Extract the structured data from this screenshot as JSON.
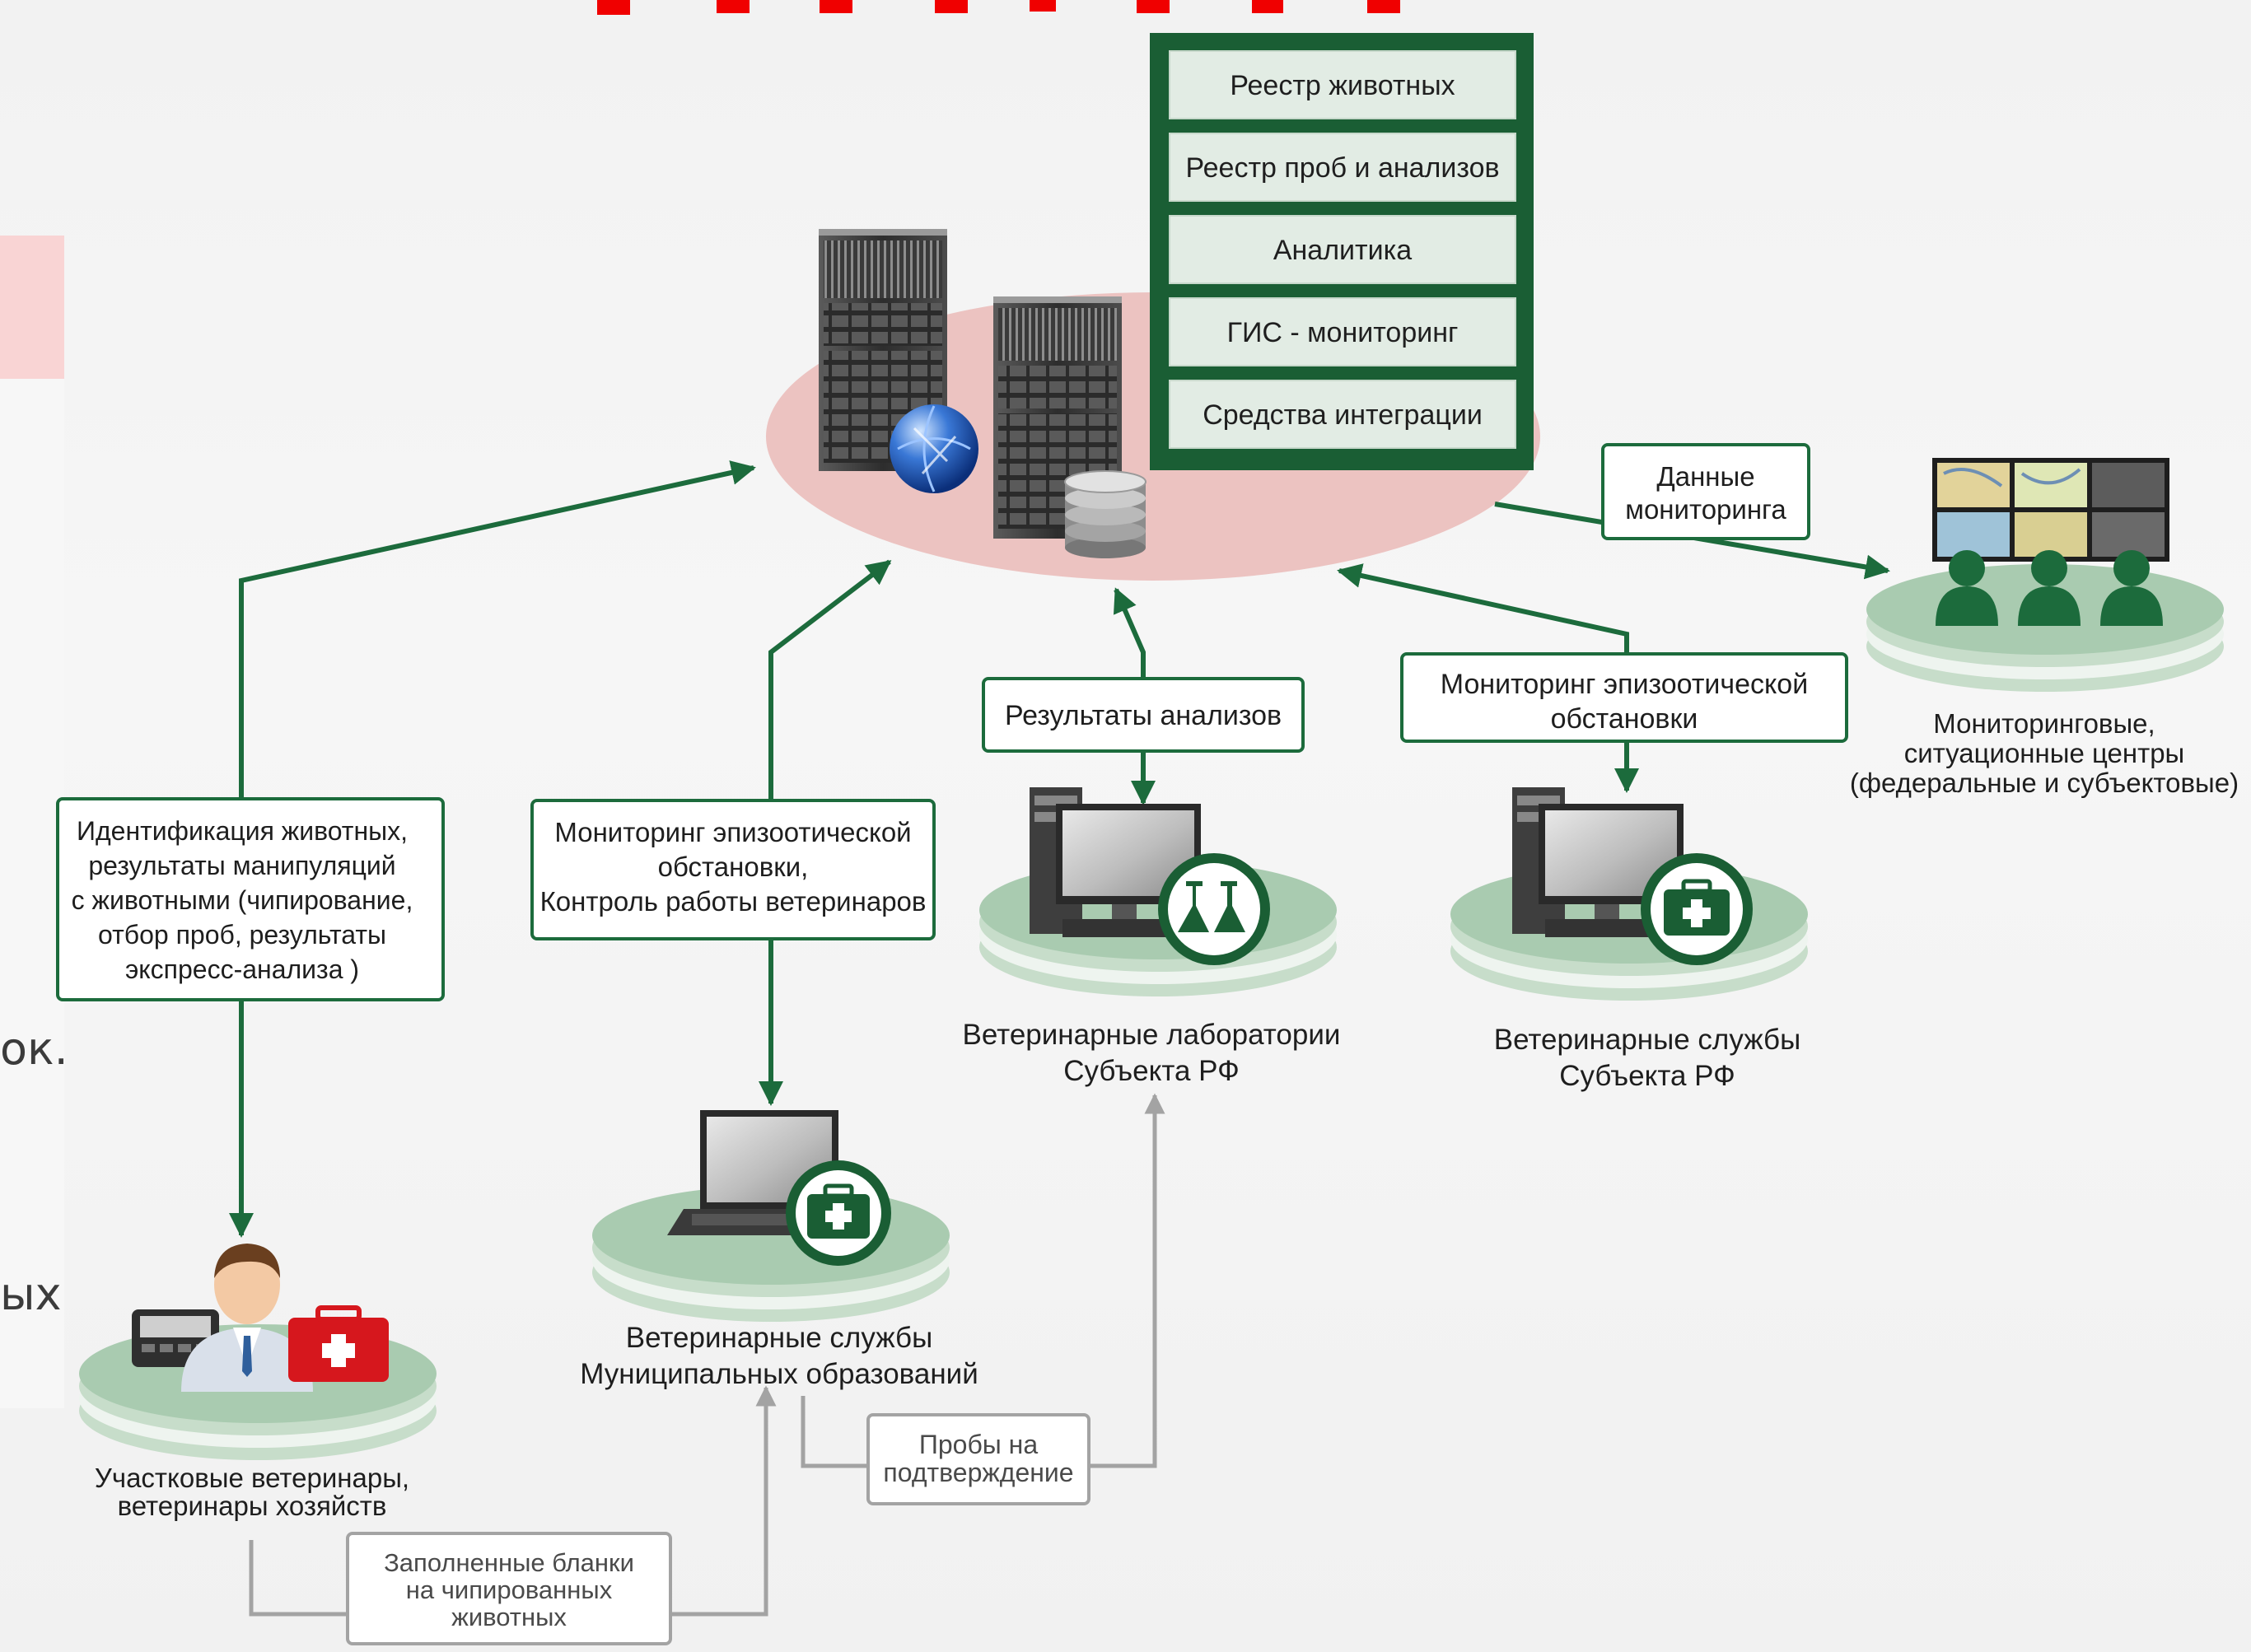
{
  "registry": [
    "Реестр животных",
    "Реестр проб и анализов",
    "Аналитика",
    "ГИС - мониторинг",
    "Средства интеграции"
  ],
  "labels": {
    "data_monitoring": [
      "Данные",
      "мониторинга"
    ],
    "identification": [
      "Идентификация животных,",
      "результаты манипуляций",
      "с животными  (чипирование,",
      "отбор проб, результаты",
      "экспресс-анализа )"
    ],
    "municipal_monitoring": [
      "Мониторинг эпизоотической",
      "обстановки,",
      "Контроль работы ветеринаров"
    ],
    "analysis_results": [
      "Результаты анализов"
    ],
    "subject_monitoring": [
      "Мониторинг эпизоотической",
      "обстановки"
    ],
    "samples": [
      "Пробы на",
      "подтверждение"
    ],
    "forms": [
      "Заполненные бланки",
      "на чипированных",
      "животных"
    ]
  },
  "nodes": {
    "monitoring_centers": [
      "Мониторинговые,",
      "ситуационные центры",
      "(федеральные и субъектовые)"
    ],
    "labs": [
      "Ветеринарные лаборатории",
      "Субъекта РФ"
    ],
    "subject_services": [
      "Ветеринарные службы",
      "Субъекта РФ"
    ],
    "municipal_services": [
      "Ветеринарные службы",
      "Муниципальных образований"
    ],
    "field_vets": [
      "Участковые ветеринары,",
      "ветеринары хозяйств"
    ]
  },
  "fragments": {
    "left1": "ок.",
    "left2": "ых"
  },
  "colors": {
    "green": "#1c6b3c",
    "dark_green": "#1a5e34",
    "plate": "#a9cbb0",
    "halo": "#ecc3c1",
    "accent_red": "#f00000",
    "gray_arrow": "#9a9a9a"
  },
  "icons": [
    "server-icon",
    "globe-icon",
    "database-icon",
    "monitor-wall-icon",
    "flask-icon",
    "medkit-icon",
    "laptop-icon",
    "doctor-icon"
  ]
}
